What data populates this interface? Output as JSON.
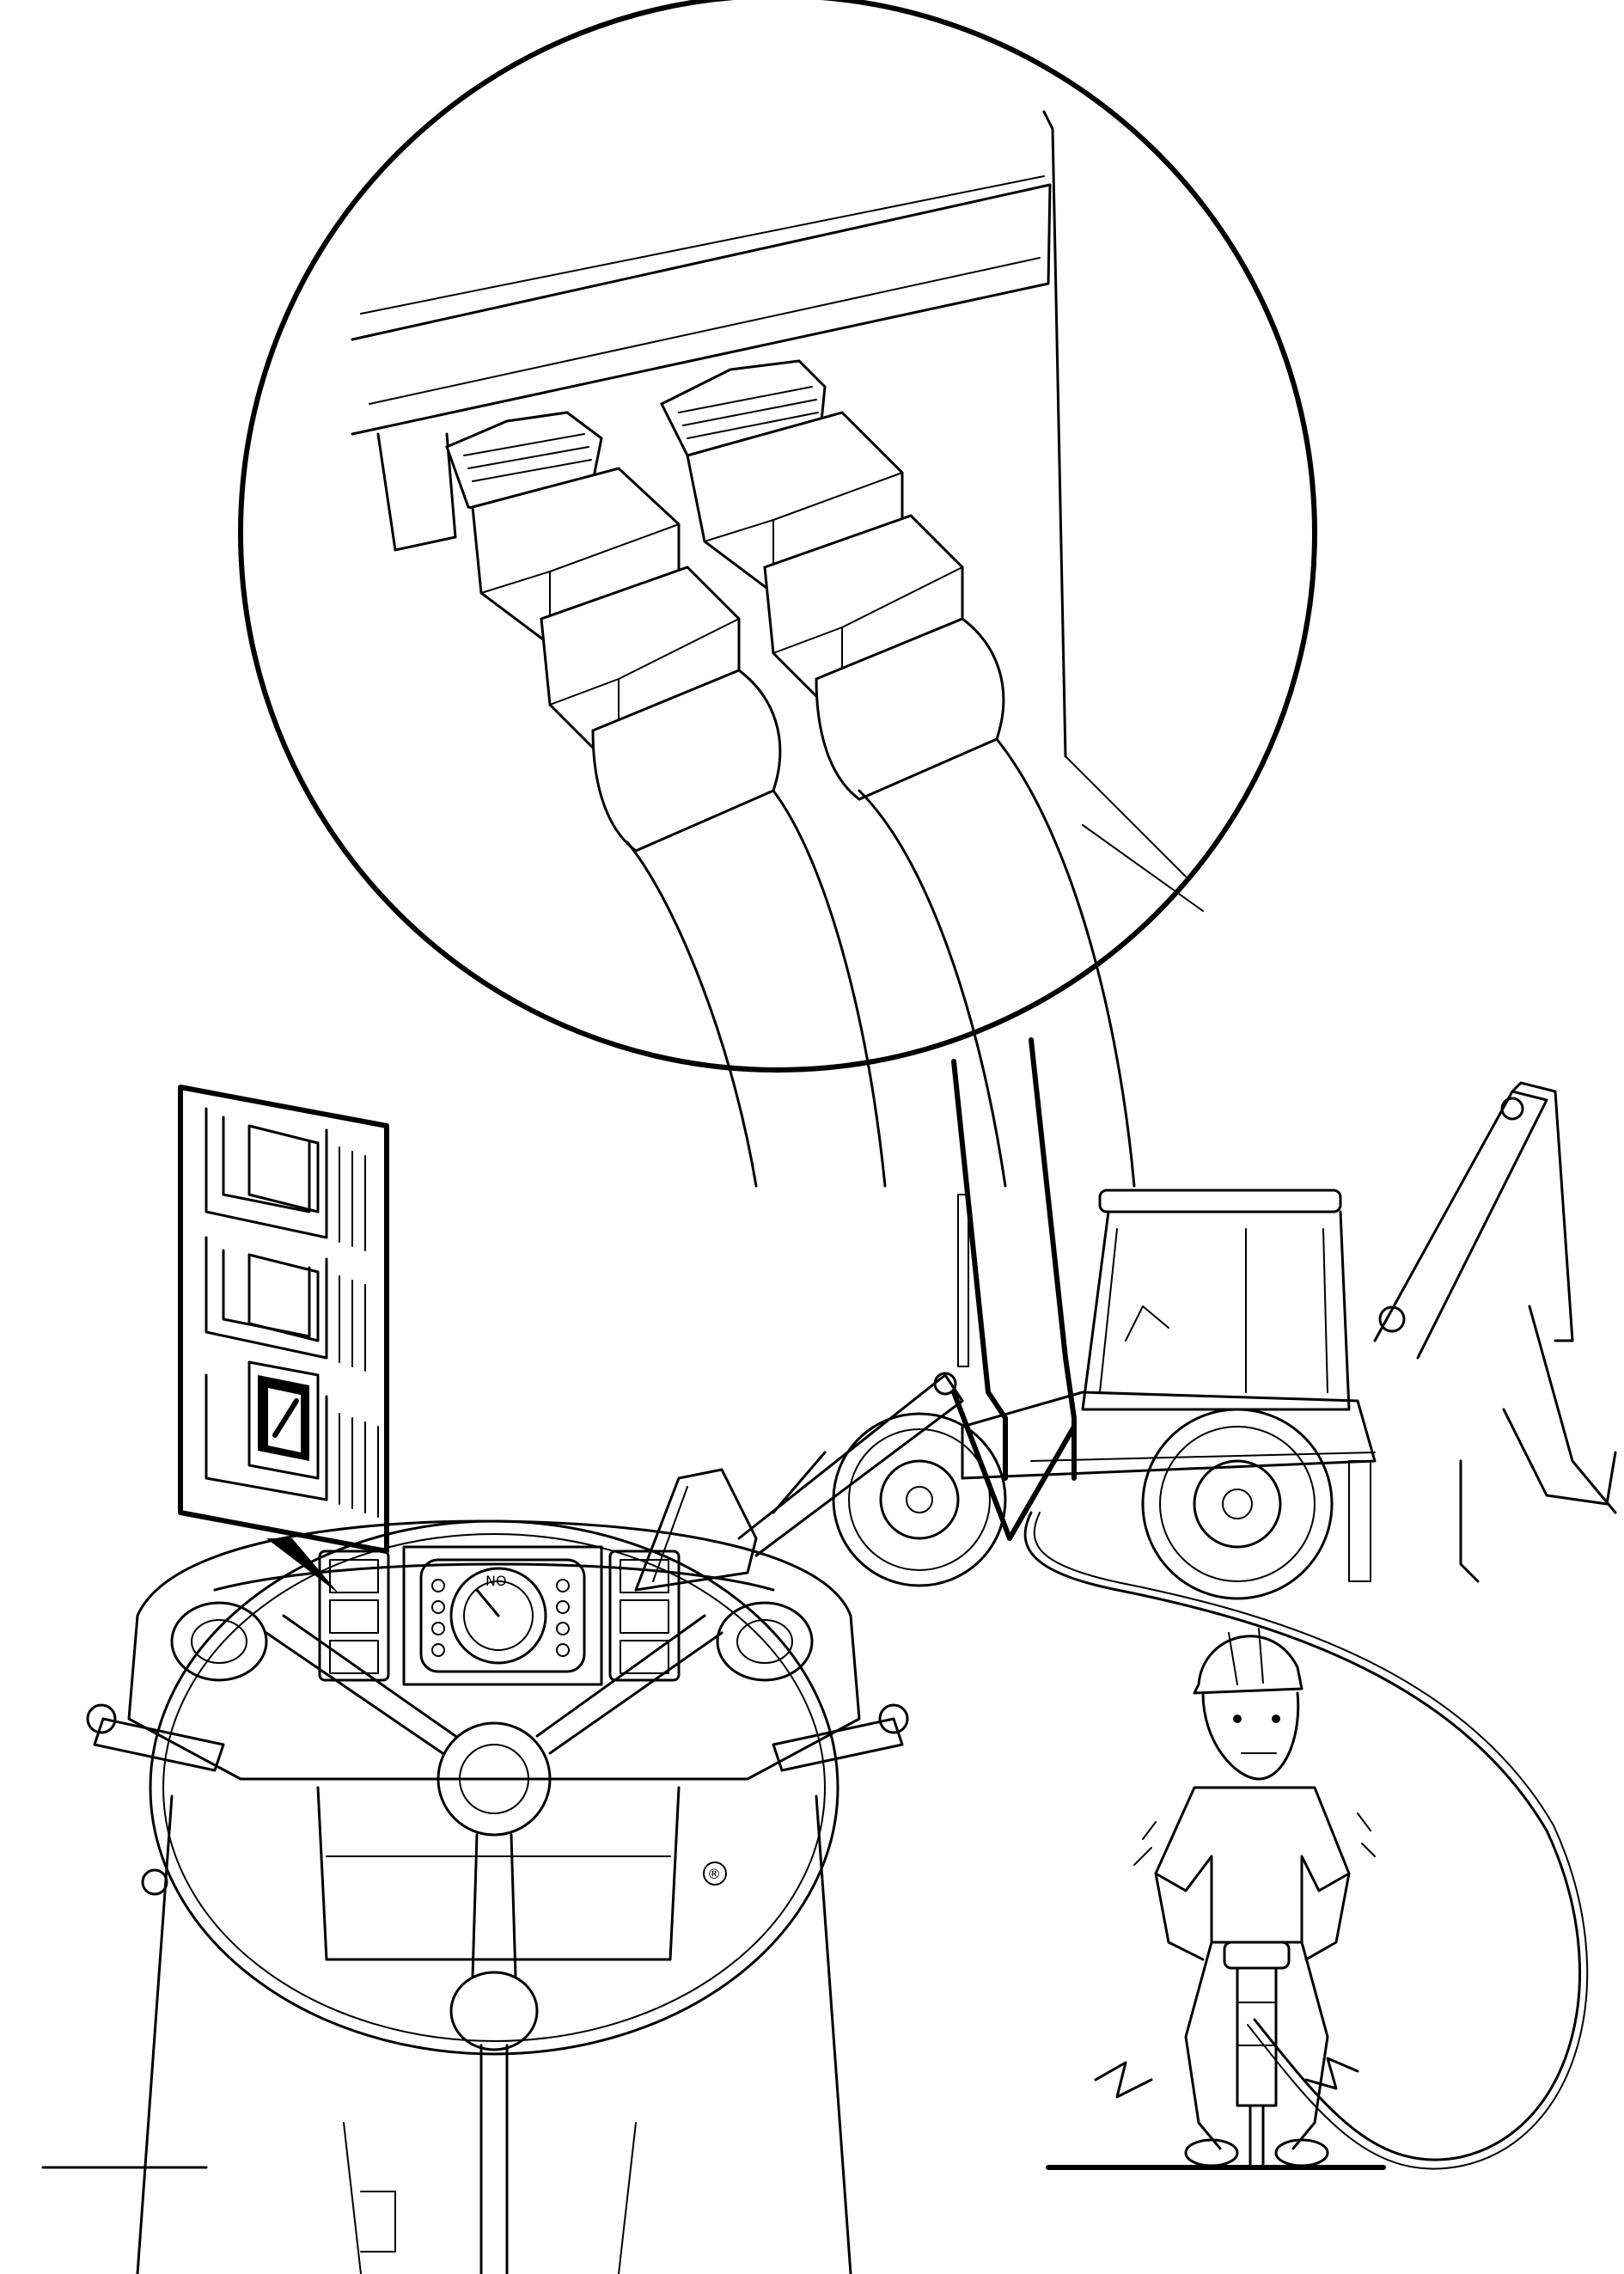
{
  "figure": {
    "domain": "technical-manual-illustration",
    "components": [
      "hose-coupling-detail",
      "backhoe-loader",
      "rocker-switch-panel-detail",
      "tractor-dashboard",
      "operator-with-hydraulic-breaker"
    ],
    "gauge_markings": [
      "NO"
    ],
    "brand_mark": "®"
  }
}
